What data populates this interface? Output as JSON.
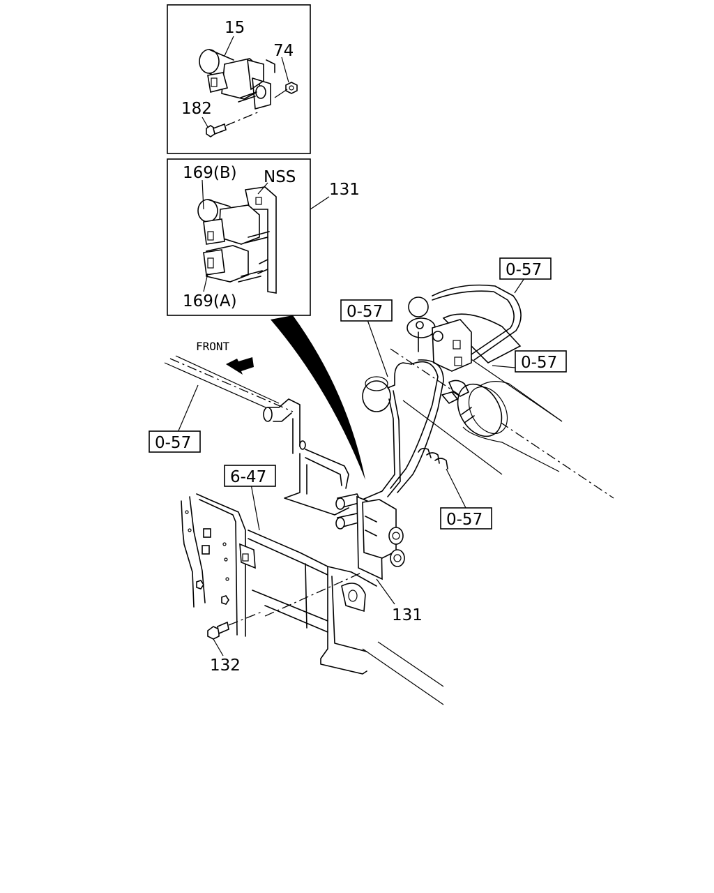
{
  "labels": {
    "part_15": "15",
    "part_74": "74",
    "part_182": "182",
    "part_169b": "169(B)",
    "part_nss": "NSS",
    "part_131_inset": "131",
    "part_169a": "169(A)",
    "front": "FRONT",
    "ref_057_a": "0-57",
    "ref_057_b": "0-57",
    "ref_057_c": "0-57",
    "ref_057_d": "0-57",
    "ref_057_e": "0-57",
    "ref_647": "6-47",
    "part_131_main": "131",
    "part_132": "132"
  }
}
